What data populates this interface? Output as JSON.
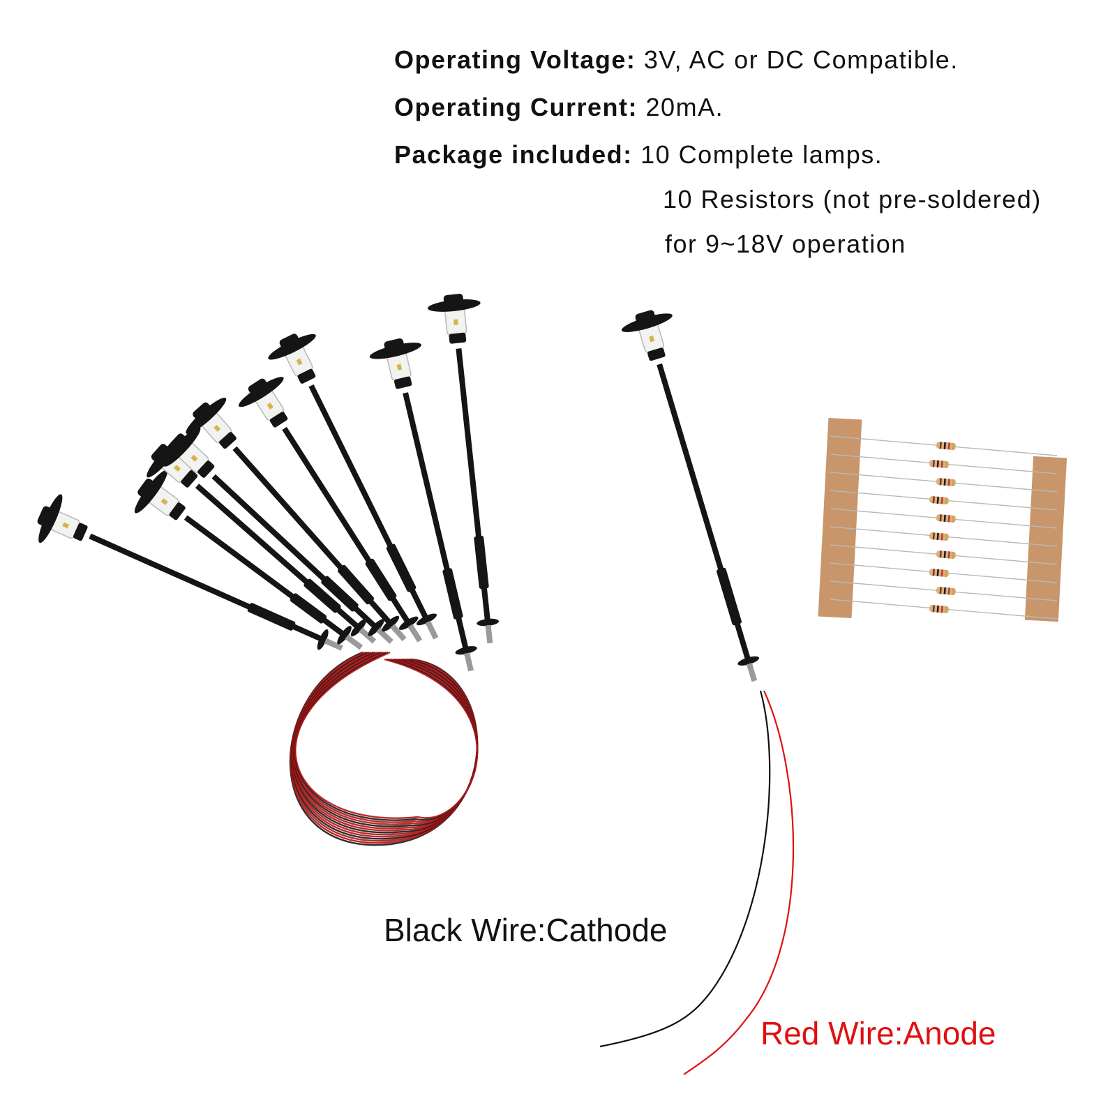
{
  "specs": {
    "voltage": {
      "label": "Operating Voltage:",
      "value": "3V, AC or DC Compatible."
    },
    "current": {
      "label": "Operating Current:",
      "value": "20mA."
    },
    "package": {
      "label": "Package included:",
      "lines": [
        "10 Complete lamps.",
        "10 Resistors (not pre-soldered)",
        "for 9~18V operation"
      ]
    }
  },
  "captions": {
    "black_wire": "Black Wire:Cathode",
    "red_wire": "Red Wire:Anode"
  },
  "colors": {
    "black_wire": "#111111",
    "red_wire": "#e01010",
    "lamp_black": "#151515",
    "tape": "#c8966a",
    "text": "#111111"
  },
  "product": {
    "lamp_count": 10,
    "resistor_count": 10
  }
}
